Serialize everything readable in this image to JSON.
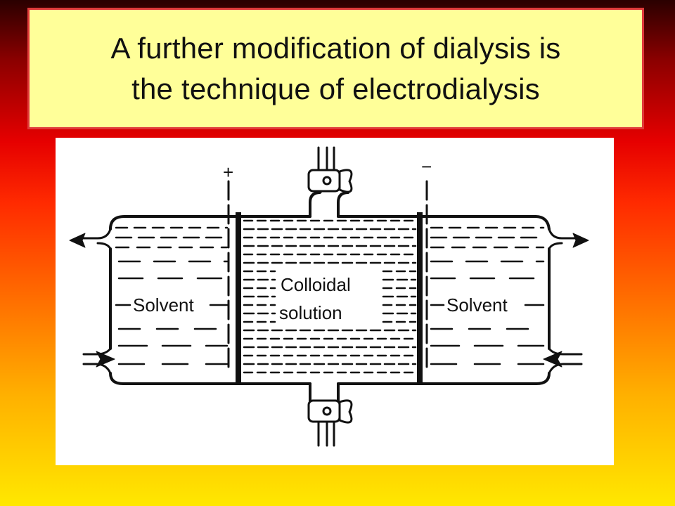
{
  "slide": {
    "title_line_1": "A further modification of dialysis is",
    "title_line_2": "the technique of electrodialysis"
  },
  "diagram": {
    "anode_sign": "+",
    "cathode_sign": "−",
    "left_chamber_label": "Solvent",
    "center_chamber_label_1": "Colloidal",
    "center_chamber_label_2": "solution",
    "right_chamber_label": "Solvent"
  }
}
